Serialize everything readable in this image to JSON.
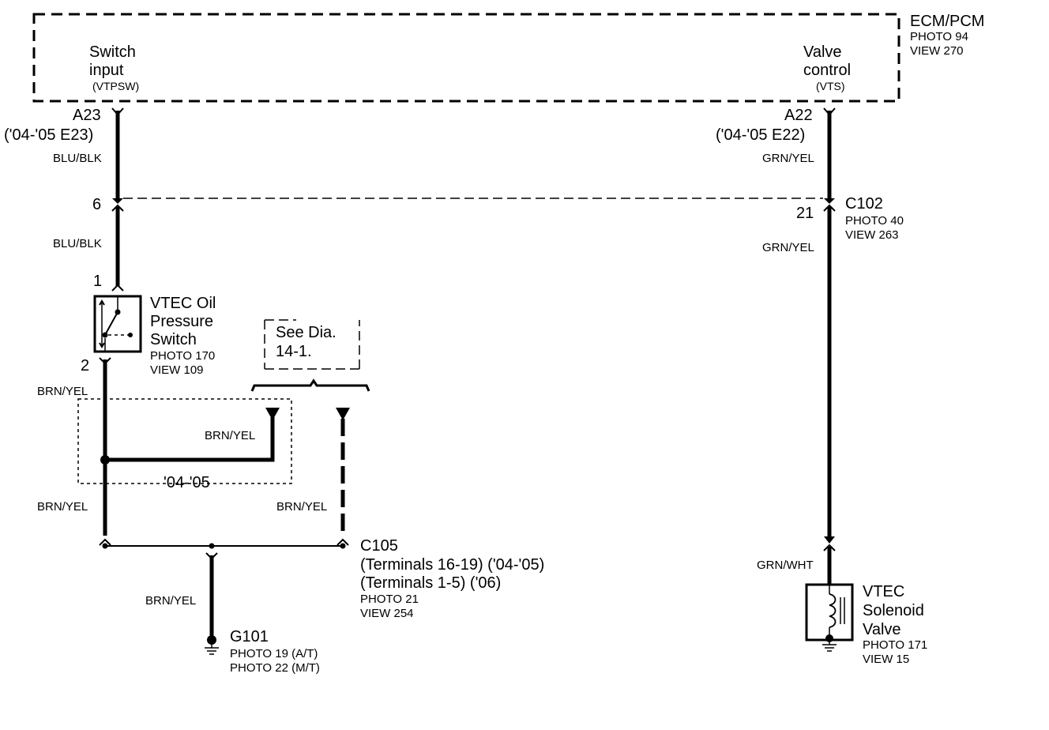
{
  "ecm": {
    "name": "ECM/PCM",
    "photo": "PHOTO 94",
    "view": "VIEW 270",
    "switch_input_line1": "Switch",
    "switch_input_line2": "input",
    "switch_input_code": "(VTPSW)",
    "valve_control_line1": "Valve",
    "valve_control_line2": "control",
    "valve_control_code": "(VTS)"
  },
  "left_circuit": {
    "terminal": "A23",
    "terminal_alt": "('04-'05 E23)",
    "wire_top": "BLU/BLK",
    "c102_pin": "6",
    "wire_mid": "BLU/BLK"
  },
  "right_circuit": {
    "terminal": "A22",
    "terminal_alt": "('04-'05 E22)",
    "wire_top": "GRN/YEL",
    "c102_pin": "21",
    "wire_mid": "GRN/YEL",
    "wire_bottom": "GRN/WHT"
  },
  "c102": {
    "name": "C102",
    "photo": "PHOTO 40",
    "view": "VIEW 263"
  },
  "oil_switch": {
    "pin_top": "1",
    "pin_bottom": "2",
    "name_line1": "VTEC Oil",
    "name_line2": "Pressure",
    "name_line3": "Switch",
    "photo": "PHOTO 170",
    "view": "VIEW 109"
  },
  "see_dia": {
    "line1": "See Dia.",
    "line2": "14-1."
  },
  "branch": {
    "wire_switch_out": "BRN/YEL",
    "wire_splice": "BRN/YEL",
    "wire_left_down": "BRN/YEL",
    "wire_mid_down": "BRN/YEL",
    "years": "'04-'05"
  },
  "c105": {
    "name": "C105",
    "line1": "(Terminals 16-19) ('04-'05)",
    "line2": "(Terminals 1-5) ('06)",
    "photo": "PHOTO 21",
    "view": "VIEW 254"
  },
  "ground": {
    "wire": "BRN/YEL",
    "name": "G101",
    "photo1": "PHOTO 19 (A/T)",
    "photo2": "PHOTO 22 (M/T)"
  },
  "solenoid": {
    "name_line1": "VTEC",
    "name_line2": "Solenoid",
    "name_line3": "Valve",
    "photo": "PHOTO 171",
    "view": "VIEW 15"
  }
}
